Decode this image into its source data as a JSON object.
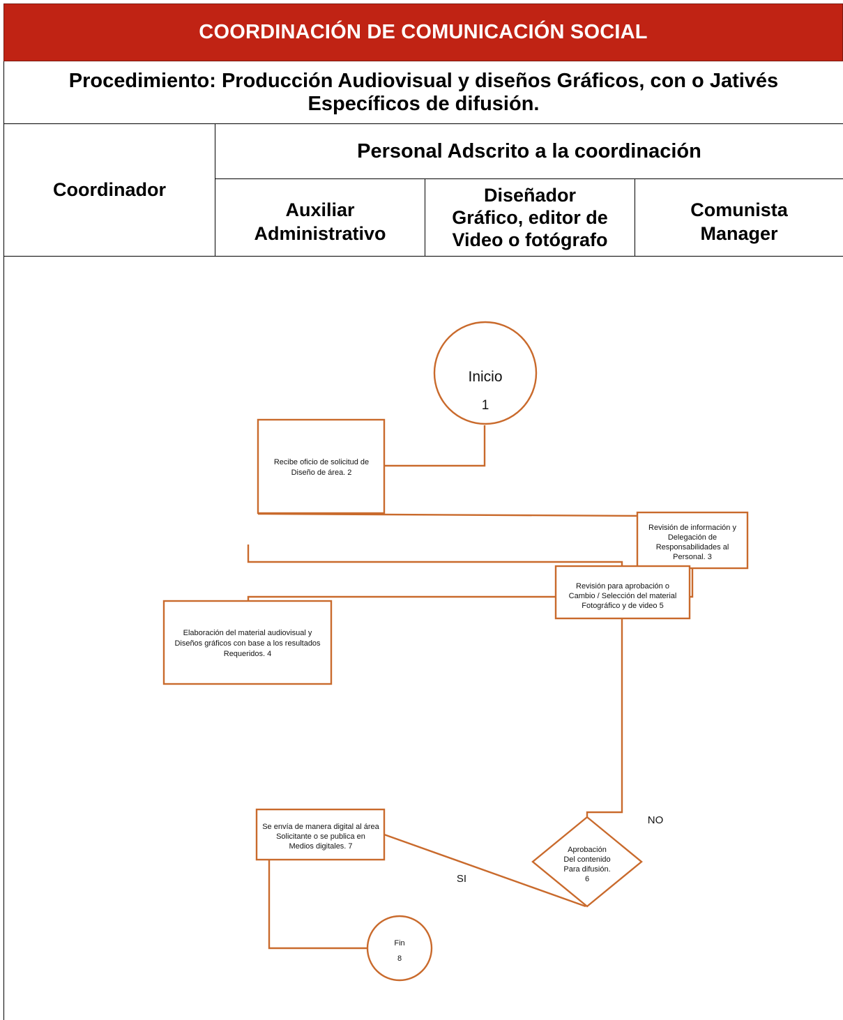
{
  "header": {
    "title": "COORDINACIÓN DE COMUNICACIÓN SOCIAL",
    "procedure_line1": "Procedimiento: Producción Audiovisual y diseños Gráficos, con o  Jativés",
    "procedure_line2": "Específicos de difusión."
  },
  "columns": {
    "coordinador": "Coordinador",
    "personal_group": "Personal Adscrito a la coordinación",
    "auxiliar": [
      "Auxiliar",
      "Administrativo"
    ],
    "disenador": [
      "Diseñador",
      "Gráfico, editor de",
      "Video o fotógrafo"
    ],
    "comunista": [
      "Comunista",
      "Manager"
    ]
  },
  "flow": {
    "start": {
      "label": "Inicio",
      "number": "1"
    },
    "step2": {
      "lines": [
        "Recibe oficio de solicitud de",
        "Diseño de área.      2"
      ]
    },
    "step3": {
      "lines": [
        "Revisión de información y",
        "Delegación de",
        "Responsabilidades al",
        "Personal.      3"
      ]
    },
    "step4": {
      "lines": [
        "Elaboración del material audiovisual y",
        "Diseños gráficos con base a los resultados",
        "Requeridos.      4"
      ]
    },
    "step5": {
      "lines": [
        "Revisión para aprobación o",
        "Cambio / Selección del material",
        "Fotográfico y de video     5"
      ]
    },
    "decision6": {
      "lines": [
        "Aprobación",
        "Del contenido",
        "Para difusión.",
        "6"
      ]
    },
    "step7": {
      "lines": [
        "Se envía de manera digital al área",
        "Solicitante o se publica en",
        "Medios digitales. 7"
      ]
    },
    "end": {
      "label": "Fin",
      "number": "8"
    },
    "label_no": "NO",
    "label_si": "SI"
  },
  "colors": {
    "header_red": "#c02314",
    "flow_orange": "#c96a2c"
  }
}
